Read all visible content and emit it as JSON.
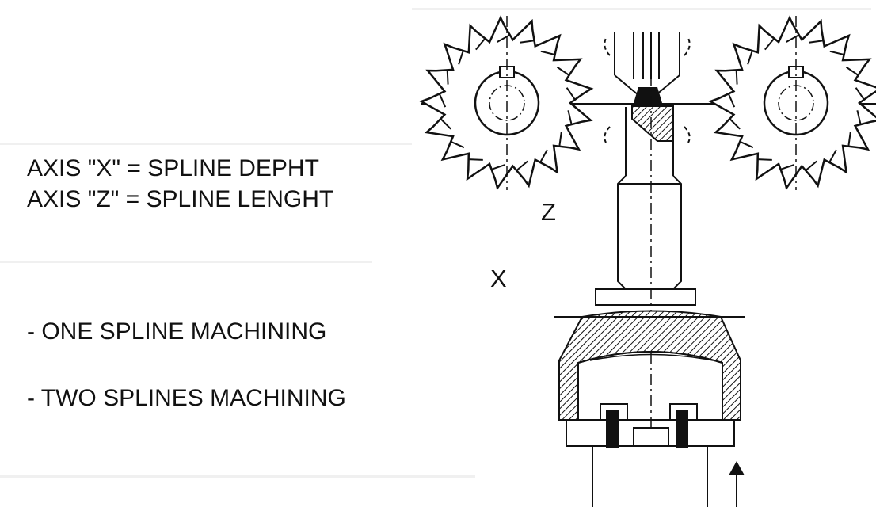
{
  "labels": {
    "axis_x": "AXIS \"X\" = SPLINE DEPHT",
    "axis_z": "AXIS \"Z\" = SPLINE LENGHT",
    "one_spline": "- ONE SPLINE MACHINING",
    "two_splines": "- TWO SPLINES MACHINING",
    "z_marker": "Z",
    "x_marker": "X"
  },
  "colors": {
    "ink": "#111111",
    "background": "#ffffff",
    "paper_noise": "#ececec"
  },
  "drawing": {
    "cutter_teeth_count": 17,
    "icons": [
      "milling-cutter-left",
      "milling-cutter-right",
      "workpiece-shaft",
      "feed-arrow"
    ]
  }
}
